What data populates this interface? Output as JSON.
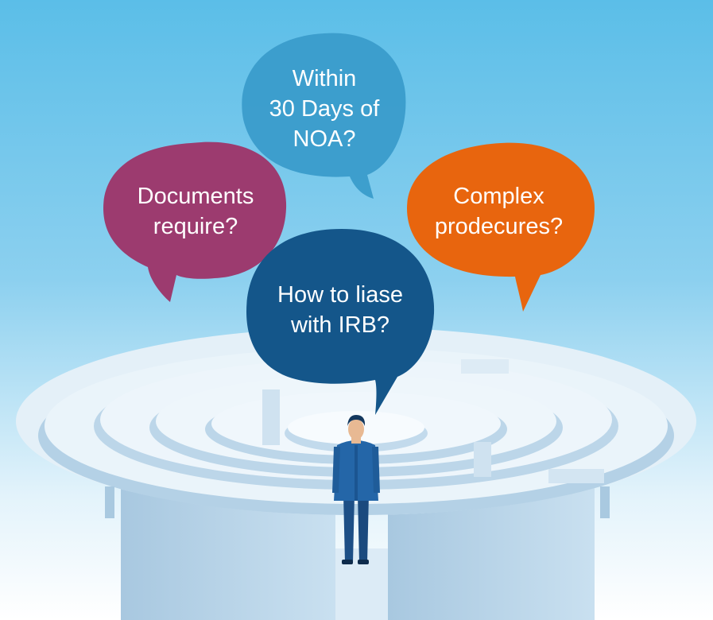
{
  "bubbles": {
    "top": {
      "lines": [
        "Within",
        "30 Days of",
        "NOA?"
      ],
      "color": "#3A9CCB"
    },
    "left": {
      "lines": [
        "Documents",
        "require?"
      ],
      "color": "#9C3B6F"
    },
    "right": {
      "lines": [
        "Complex",
        "prodecures?"
      ],
      "color": "#E8650E"
    },
    "center": {
      "lines": [
        "How to liase",
        "with IRB?"
      ],
      "color": "#14568A"
    }
  },
  "colors": {
    "sky_top": "#5BBEE8",
    "sky_bottom": "#E8F5FC",
    "maze": "#CFE4F2",
    "suit": "#1F5FA0",
    "hair": "#14385E"
  }
}
